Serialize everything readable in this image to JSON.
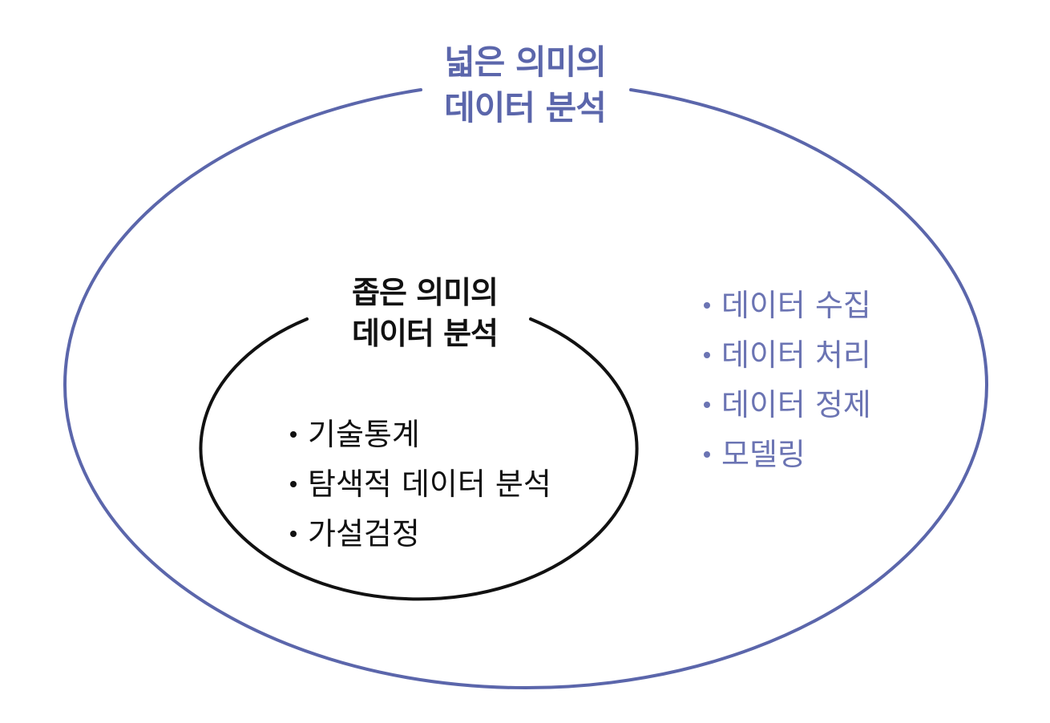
{
  "colors": {
    "outer_accent": "#5b66ab",
    "outer_list_text": "#6b74b3",
    "inner_stroke": "#111111"
  },
  "outer_set": {
    "title_line1": "넓은 의미의",
    "title_line2": "데이터 분석",
    "items": [
      "데이터 수집",
      "데이터 처리",
      "데이터 정제",
      "모델링"
    ]
  },
  "inner_set": {
    "title_line1": "좁은 의미의",
    "title_line2": "데이터 분석",
    "items": [
      "기술통계",
      "탐색적 데이터 분석",
      "가설검정"
    ]
  }
}
